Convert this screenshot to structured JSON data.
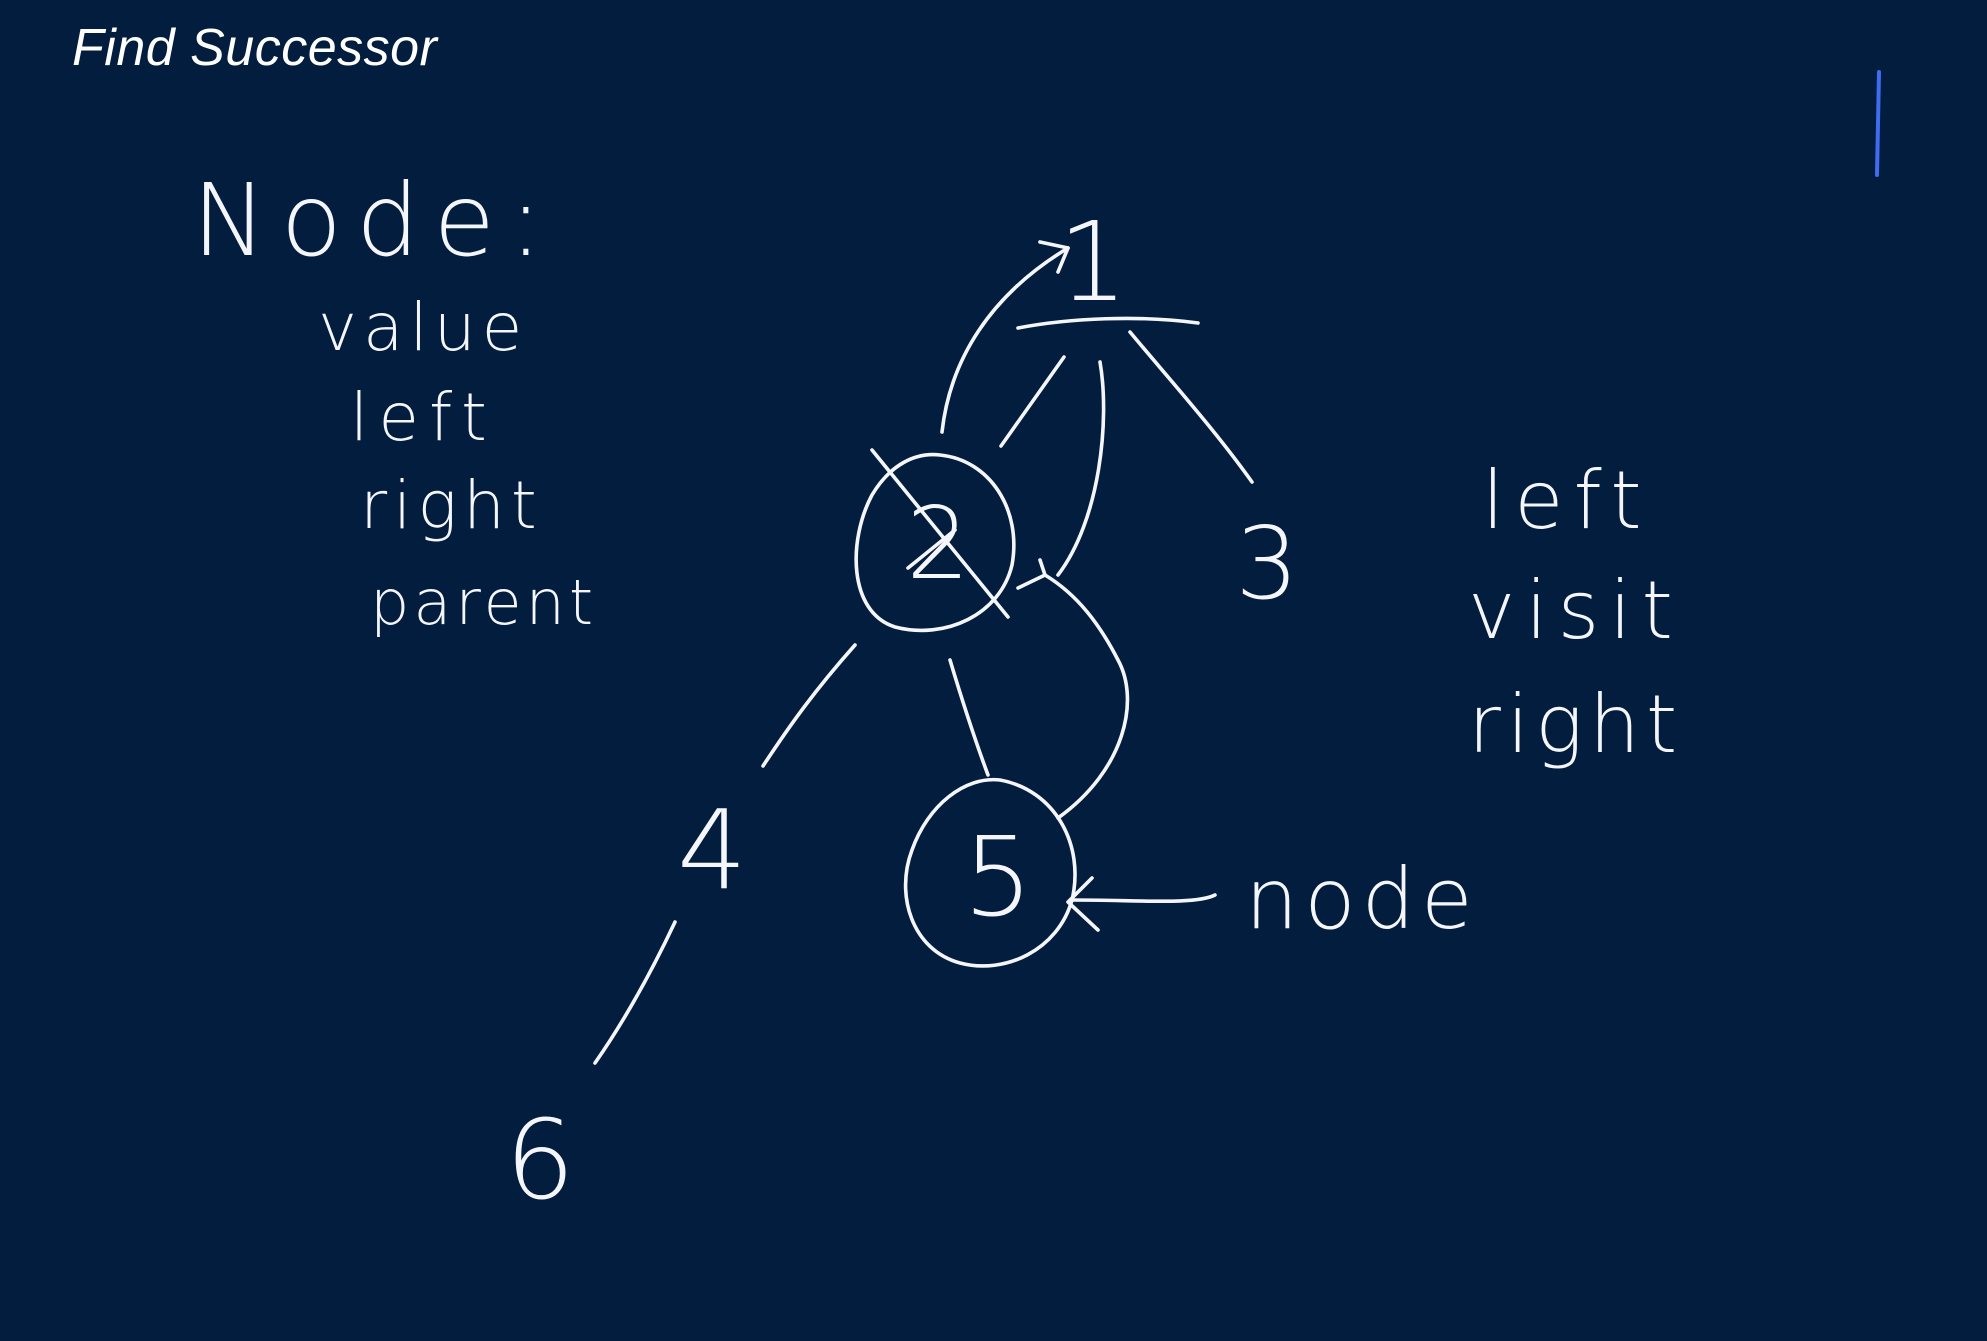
{
  "title": "Find Successor",
  "node_struct": {
    "heading": "Node:",
    "fields": [
      "value",
      "left",
      "right",
      "parent"
    ]
  },
  "traversal": [
    "left",
    "visit",
    "right"
  ],
  "tree": {
    "nodes": [
      "1",
      "2",
      "3",
      "4",
      "5",
      "6"
    ],
    "pointer_label": "node",
    "circled": [
      "2",
      "5"
    ]
  },
  "colors": {
    "background": "#021d3d",
    "ink": "#f4f6fb",
    "cursor": "#3f6cf0"
  }
}
